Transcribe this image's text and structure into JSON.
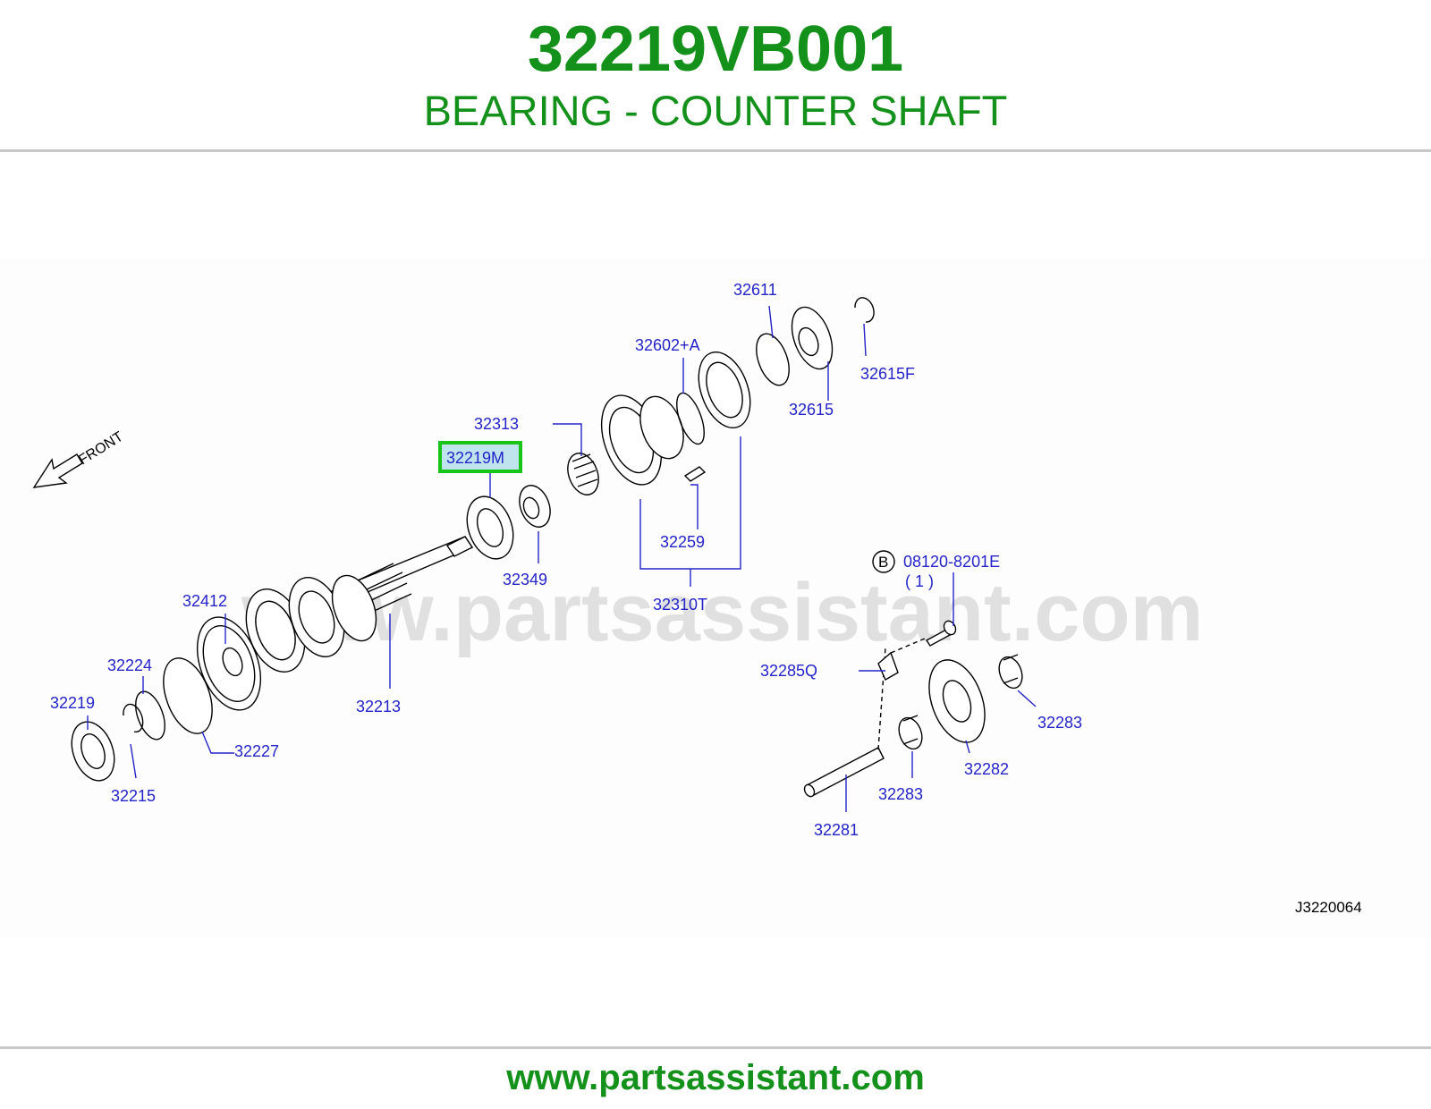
{
  "header": {
    "part_number": "32219VB001",
    "part_name": "BEARING - COUNTER SHAFT"
  },
  "diagram": {
    "front_label": "FRONT",
    "diagram_code": "J3220064",
    "watermark": "www.partsassistant.com",
    "highlighted_part": "32219M",
    "bolt_marker": "B",
    "callouts": {
      "c32611": "32611",
      "c32602a": "32602+A",
      "c32615f": "32615F",
      "c32615": "32615",
      "c32313": "32313",
      "c32219m": "32219M",
      "c32259": "32259",
      "c32349": "32349",
      "c32310t": "32310T",
      "c08120": "08120-8201E",
      "c08120qty": "( 1 )",
      "c32412": "32412",
      "c32213": "32213",
      "c32224": "32224",
      "c32219": "32219",
      "c32227": "32227",
      "c32215": "32215",
      "c32285q": "32285Q",
      "c32283a": "32283",
      "c32283b": "32283",
      "c32282": "32282",
      "c32281": "32281"
    }
  },
  "colors": {
    "brand_green": "#14911a",
    "callout_blue": "#2424c8",
    "highlight_box": "#19c419",
    "highlight_fill": "#bfe4ee"
  },
  "footer": {
    "url": "www.partsassistant.com"
  }
}
